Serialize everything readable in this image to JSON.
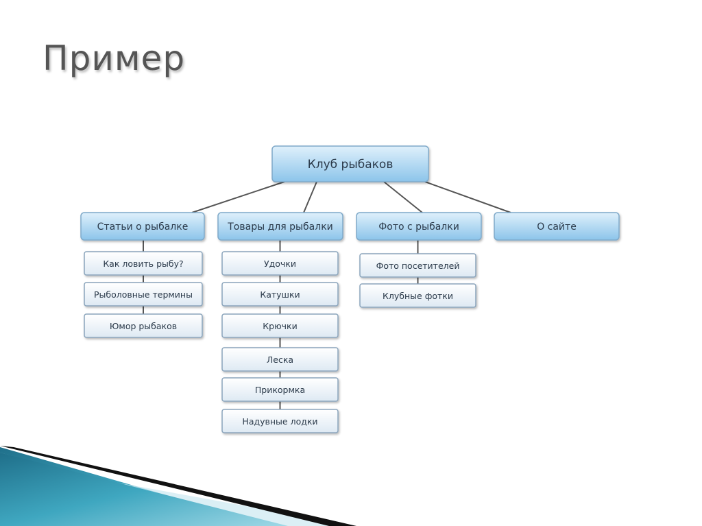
{
  "slide": {
    "title": "Пример"
  },
  "diagram": {
    "root": "Клуб рыбаков",
    "categories": [
      {
        "label": "Статьи о рыбалке",
        "children": [
          "Как ловить рыбу?",
          "Рыболовные термины",
          "Юмор рыбаков"
        ]
      },
      {
        "label": "Товары для рыбалки",
        "children": [
          "Удочки",
          "Катушки",
          "Крючки",
          "Леска",
          "Прикормка",
          "Надувные лодки"
        ]
      },
      {
        "label": "Фото с рыбалки",
        "children": [
          "Фото посетителей",
          "Клубные фотки"
        ]
      },
      {
        "label": "О сайте",
        "children": []
      }
    ]
  },
  "colors": {
    "box_top": "#dff0fb",
    "box_bottom": "#8cc4ea",
    "box_border": "#7fa9c9",
    "sub_top": "#ffffff",
    "sub_bottom": "#dde9f3",
    "sub_border": "#8aa4bb",
    "connector": "#555555",
    "footer_teal": "#2d8fa6",
    "footer_black": "#111111"
  }
}
